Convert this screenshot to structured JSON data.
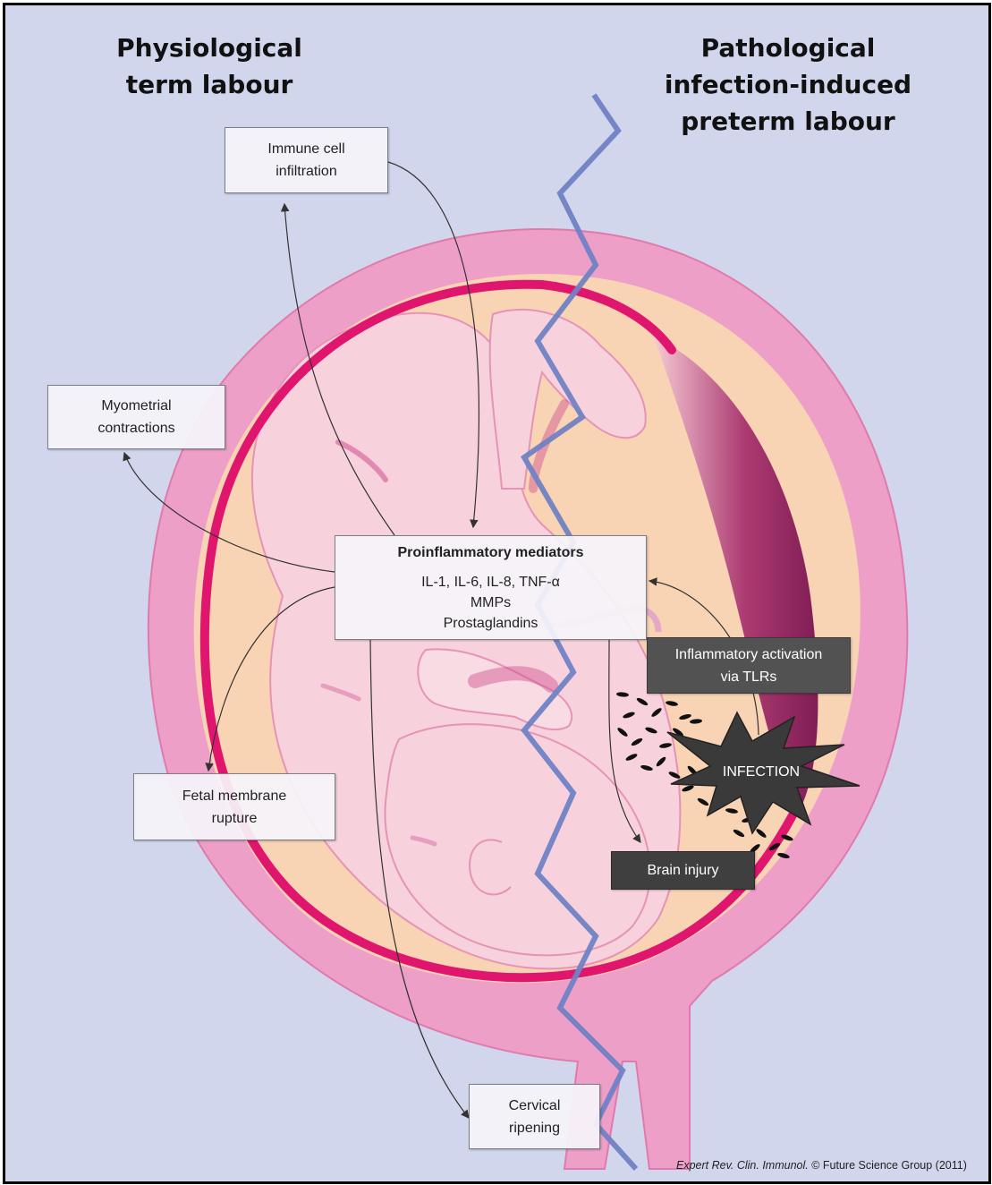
{
  "titles": {
    "left": [
      "Physiological",
      "term labour"
    ],
    "right": [
      "Pathological",
      "infection-induced",
      "preterm labour"
    ]
  },
  "boxes": {
    "immune_cell": [
      "Immune cell",
      "infiltration"
    ],
    "myometrial": [
      "Myometrial",
      "contractions"
    ],
    "proinflammatory": {
      "heading": "Proinflammatory mediators",
      "lines": [
        "IL-1, IL-6, IL-8, TNF-α",
        "MMPs",
        "Prostaglandins"
      ]
    },
    "inflammatory_activation": [
      "Inflammatory activation",
      "via TLRs"
    ],
    "infection": "INFECTION",
    "fetal_membrane": [
      "Fetal membrane",
      "rupture"
    ],
    "brain_injury": "Brain injury",
    "cervical": [
      "Cervical",
      "ripening"
    ]
  },
  "caption": {
    "journal": "Expert Rev. Clin. Immunol.",
    "rights": "© Future Science Group (2011)"
  },
  "colors": {
    "background": "#d1d6ec",
    "uterus_wall": "#ee9fc8",
    "membrane": "#e0156e",
    "amniotic": "#f8d3b4",
    "fetus": "#f7d2dc",
    "divider": "#7082c4",
    "dark_box": "#525252"
  }
}
